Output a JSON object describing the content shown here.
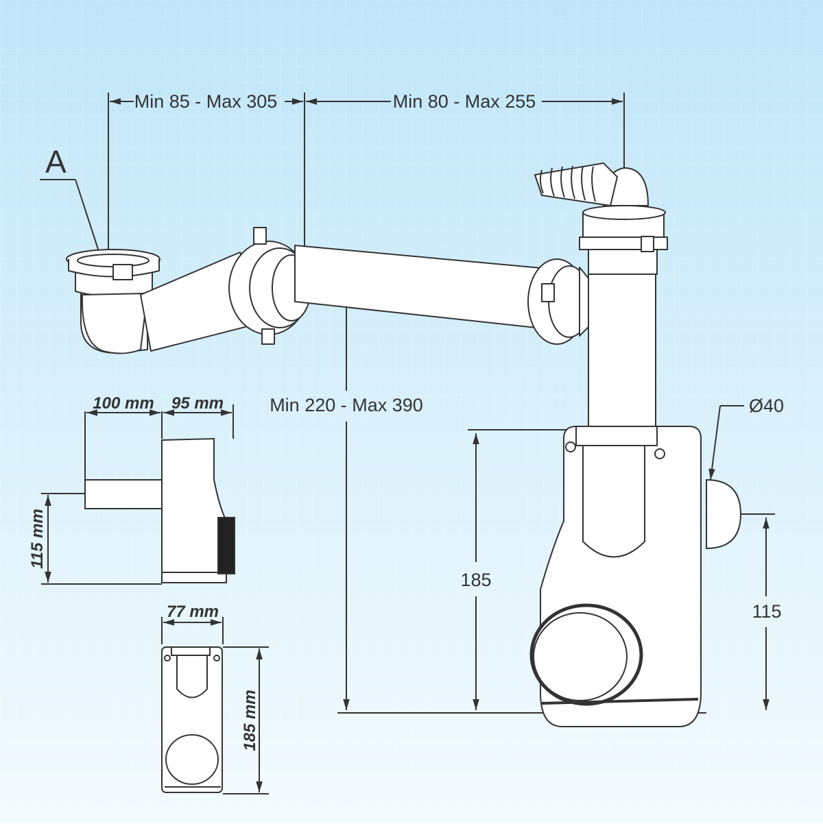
{
  "callout_label": "A",
  "dimensions": {
    "top_left": "Min 85 - Max 305",
    "top_right": "Min 80 - Max 255",
    "vertical_total": "Min 220 - Max 390",
    "height_main": "185",
    "outlet_height": "115",
    "outlet_diameter": "Ø40"
  },
  "side_view": {
    "width_a": "100 mm",
    "width_b": "95 mm",
    "height": "115 mm"
  },
  "front_view": {
    "width": "77 mm",
    "height": "185 mm"
  },
  "colors": {
    "background_top": "#bfe6f8",
    "background_bottom": "#f4fbfe",
    "line": "#333333"
  }
}
